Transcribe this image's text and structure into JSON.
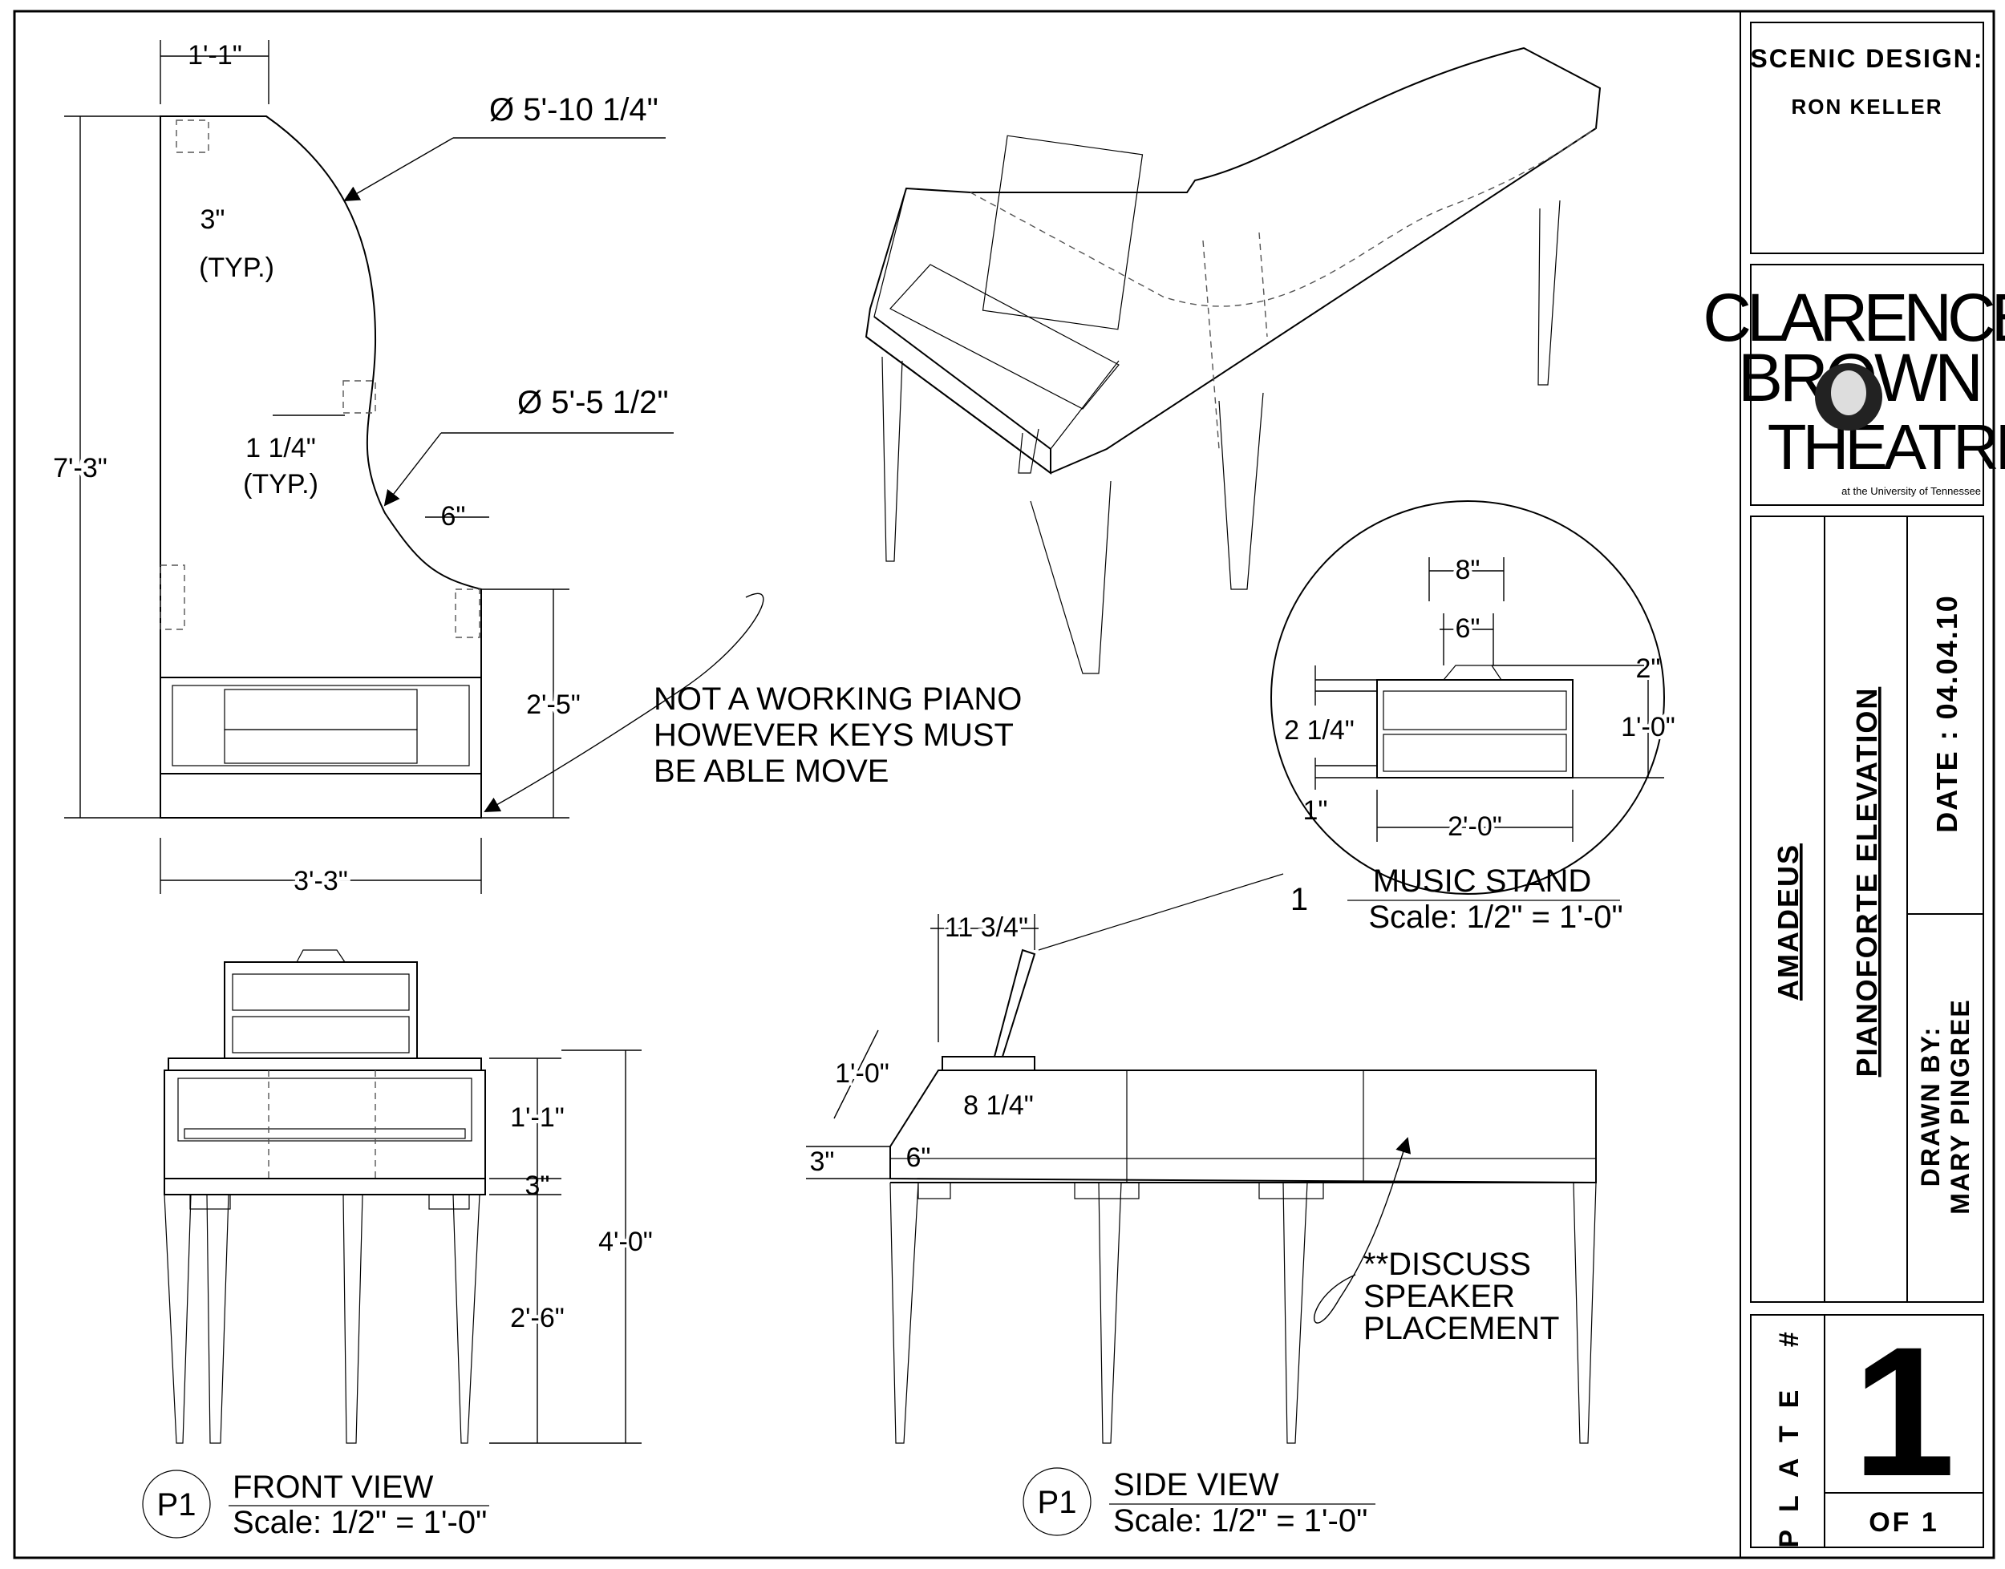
{
  "title_block": {
    "designer_label": "SCENIC DESIGN:",
    "designer_name": "RON KELLER",
    "logo_line1": "CLARENCE",
    "logo_line2": "BROWN",
    "logo_line3": "THEATRE",
    "logo_tagline": "at the University of Tennessee",
    "production": "AMADEUS",
    "drawing_title": "PIANOFORTE ELEVATION",
    "date": "DATE : 04.04.10",
    "drawn_by_label": "DRAWN BY:",
    "drawn_by_name": "MARY PINGREE",
    "plate_label": "PLATE #",
    "plate_number": "1",
    "plate_of": "OF 1"
  },
  "plan_view": {
    "dim_top_width": "1'-1\"",
    "dim_outer_radius": "Ø 5'-10 1/4\"",
    "dim_inner_radius": "Ø 5'-5 1/2\"",
    "dim_corner": "3\"",
    "typ_1": "(TYP.)",
    "dim_inset": "1 1/4\"",
    "typ_2": "(TYP.)",
    "dim_tail": "6\"",
    "dim_length": "7'-3\"",
    "dim_keyboard_depth": "2'-5\"",
    "dim_width": "3'-3\"",
    "note": [
      "NOT A WORKING PIANO",
      "HOWEVER KEYS MUST",
      "BE ABLE MOVE"
    ]
  },
  "music_stand": {
    "dim_top": "8\"",
    "dim_inner": "6\"",
    "dim_right": "2\"",
    "dim_height": "1'-0\"",
    "dim_rail": "2 1/4\"",
    "dim_base": "1\"",
    "dim_width": "2'-0\"",
    "callout": "1",
    "title": "MUSIC STAND",
    "scale": "Scale: 1/2\" = 1'-0\""
  },
  "front_view": {
    "dim_case": "1'-1\"",
    "dim_apron": "3\"",
    "dim_leg": "2'-6\"",
    "dim_total": "4'-0\"",
    "marker": "P1",
    "title": "FRONT VIEW",
    "scale": "Scale: 1/2\" = 1'-0\""
  },
  "side_view": {
    "dim_stand_depth": "11 3/4\"",
    "dim_front": "1'-0\"",
    "dim_stand_height": "8 1/4\"",
    "dim_small_a": "3\"",
    "dim_small_b": "6\"",
    "note": [
      "**DISCUSS",
      "SPEAKER",
      "PLACEMENT"
    ],
    "marker": "P1",
    "title": "SIDE VIEW",
    "scale": "Scale: 1/2\" = 1'-0\""
  }
}
